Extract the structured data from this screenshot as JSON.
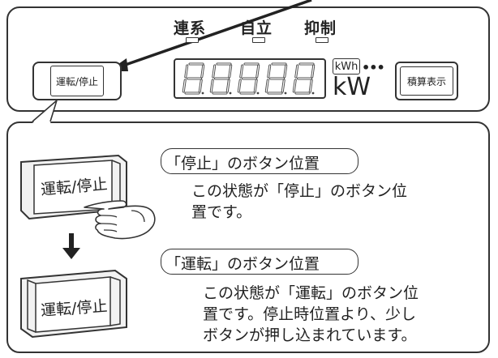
{
  "panel": {
    "indicators": [
      {
        "label": "連系"
      },
      {
        "label": "自立"
      },
      {
        "label": "抑制"
      }
    ],
    "run_stop_button_label": "運転/停止",
    "digits": [
      "8",
      "8",
      "8",
      "8",
      "8"
    ],
    "unit_kwh": "kWh",
    "unit_kw": "kW",
    "dots": "•••",
    "cumulative_button_label": "積算表示"
  },
  "detail": {
    "stop_heading": "「停止」のボタン位置",
    "stop_desc_lines": [
      "この状態が「停止」のボタン位",
      "置です。"
    ],
    "run_heading": "「運転」のボタン位置",
    "run_desc_lines": [
      "この状態が「運転」のボタン位",
      "置です。停止時位置より、少し",
      "ボタンが押し込まれています。"
    ],
    "stop_button_label": "運転/停止",
    "run_button_label": "運転/停止"
  }
}
